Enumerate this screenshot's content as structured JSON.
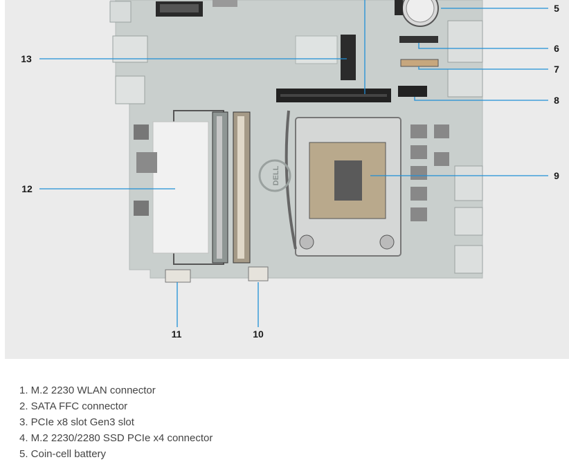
{
  "figure": {
    "colors": {
      "background": "#ebebeb",
      "board": "#c9cfcd",
      "leader": "#1f8fd6",
      "slot": "#222222"
    },
    "callouts": [
      {
        "id": "5",
        "label": "5"
      },
      {
        "id": "6",
        "label": "6"
      },
      {
        "id": "7",
        "label": "7"
      },
      {
        "id": "8",
        "label": "8"
      },
      {
        "id": "9",
        "label": "9"
      },
      {
        "id": "10",
        "label": "10"
      },
      {
        "id": "11",
        "label": "11"
      },
      {
        "id": "12",
        "label": "12"
      },
      {
        "id": "13",
        "label": "13"
      }
    ],
    "logo_text": "DELL"
  },
  "legend": [
    "1. M.2 2230 WLAN connector",
    "2. SATA FFC connector",
    "3. PCIe x8 slot Gen3 slot",
    "4. M.2 2230/2280 SSD PCIe x4 connector",
    "5. Coin-cell battery"
  ]
}
